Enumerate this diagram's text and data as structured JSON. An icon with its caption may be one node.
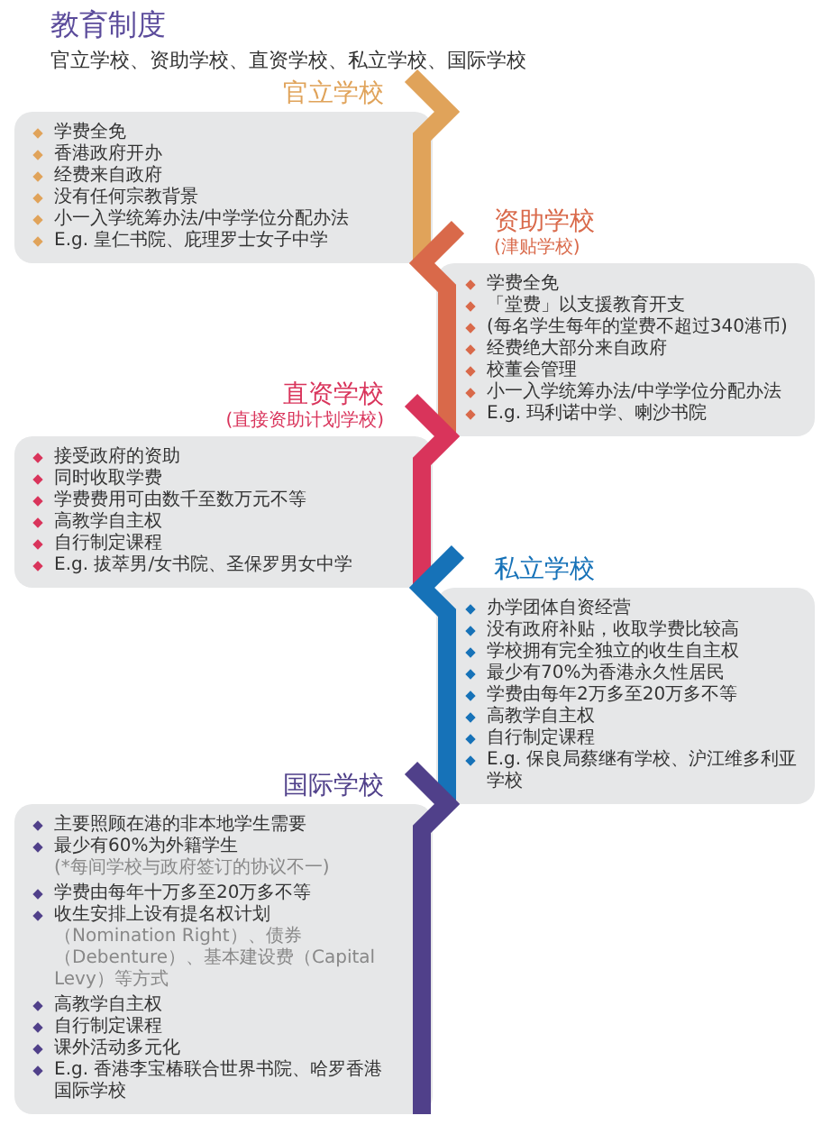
{
  "diagram": {
    "title": "教育制度",
    "nodes": [
      {
        "text": [
          "官立学校",
          "学费全免",
          "香港政府开办",
          "经费来自政府",
          "没有任何宗教背景",
          "小一入学统筹办法/中学学位分配办法",
          "E.g. 皇仁书院、庇理罗士女子中学"
        ]
      },
      {
        "text": [
          "资助学校",
          "(津贴学校)",
          "学费全免",
          "「堂费」以支援教育开支",
          "(每名学生每年的堂费不超过340港币)",
          "经费绝大部分来自政府",
          "校董会管理",
          "小一入学统筹办法/中学学位分配办法",
          "E.g. 玛利诺中学、喇沙书院"
        ]
      },
      {
        "text": [
          "直资学校",
          "(直接资助计划学校)",
          "接受政府的资助",
          "同时收取学费",
          "学费费用可由数千至数万元不等",
          "高教学自主权",
          "自行制定课程",
          "E.g. 拔萃男/女书院、圣保罗男女中学"
        ]
      },
      {
        "text": [
          "私立学校",
          "办学团体自资经营",
          "没有政府补贴，收取学费比较高",
          "学校拥有完全独立的收生自主权",
          "最少有70%为香港永久性居民",
          "学费由每年2万多至20万多不等",
          "高教学自主权",
          "自行制定课程",
          "E.g. 保良局蔡继有学校、沪江维多利亚学校"
        ]
      },
      {
        "text": [
          "国际学校",
          "主要照顾在港的非本地学生需要",
          "最少有60%为外籍学生",
          "(*每间学校与政府签订的协议不一)",
          "学费由每年十万多至20万多不等",
          "收生安排上设有提名权计划",
          "（Nomination Right）、债券（Debenture）、基本建设费（Capital Levy）等方式",
          "高教学自主权",
          "自行制定课程",
          "课外活动多元化",
          "E.g. 香港李宝椿联合世界书院、哈罗香港国际学校"
        ]
      }
    ],
    "labels": [
      "官立学校、资助学校、直资学校、私立学校、国际学校"
    ]
  }
}
